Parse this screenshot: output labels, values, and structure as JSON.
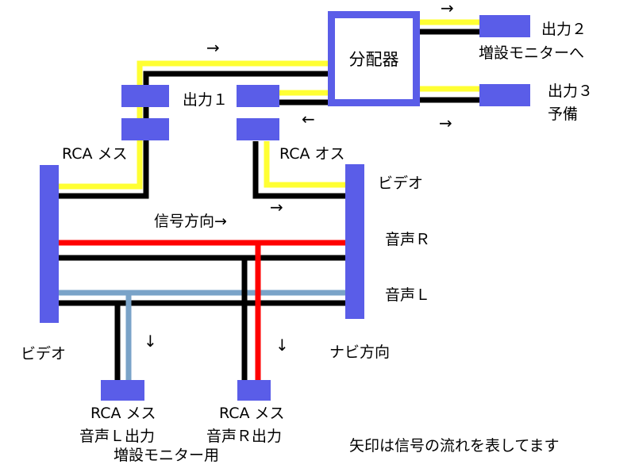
{
  "colors": {
    "connector": "#5a5de8",
    "video_cable": "#ffff33",
    "ground_cable": "#000000",
    "audio_r_cable": "#ff0000",
    "audio_l_cable": "#7aa3c8",
    "background": "#ffffff"
  },
  "splitter": {
    "label": "分配器"
  },
  "labels": {
    "output1": "出力１",
    "output2": "出力２",
    "output2_sub": "増設モニターへ",
    "output3": "出力３",
    "output3_sub": "予備",
    "rca_female_top": "RCA メス",
    "rca_male_top": "RCA オス",
    "video_right": "ビデオ",
    "video_left": "ビデオ",
    "signal_direction": "信号方向→",
    "audio_r": "音声Ｒ",
    "audio_l": "音声Ｌ",
    "navi_direction": "ナビ方向",
    "rca_female_l": "RCA メス",
    "audio_l_out": "音声Ｌ出力",
    "extra_monitor_use": "増設モニター用",
    "rca_female_r": "RCA メス",
    "audio_r_out": "音声Ｒ出力",
    "arrow_note": "矢印は信号の流れを表してます"
  },
  "arrows": {
    "top_right": "→",
    "top_left": "→",
    "out3": "→",
    "out1_back": "←",
    "signal_mid": "→",
    "down_l": "↓",
    "down_r": "↓"
  }
}
